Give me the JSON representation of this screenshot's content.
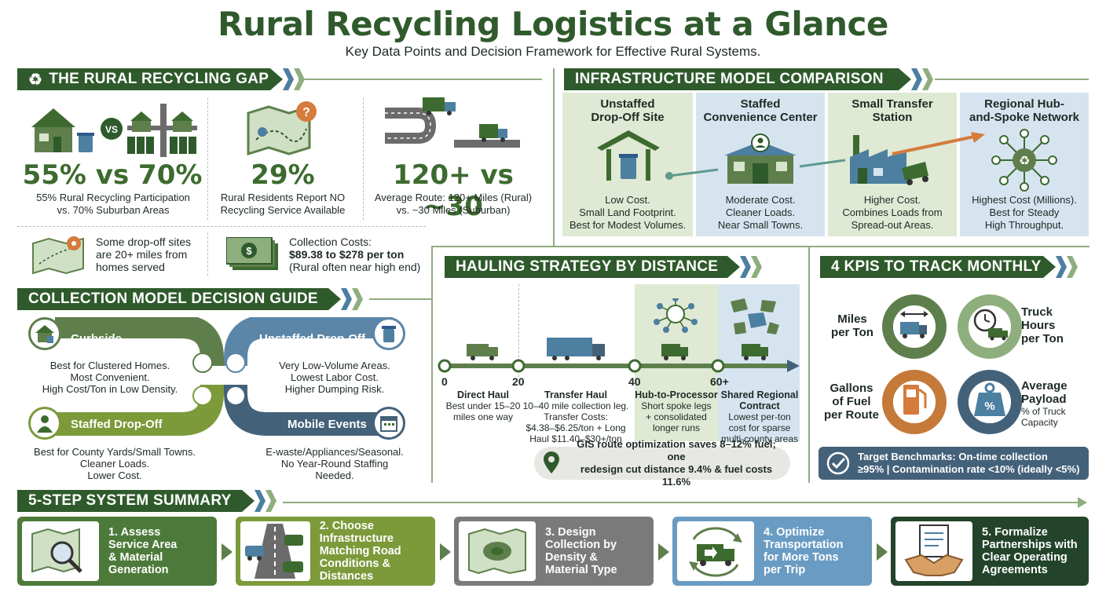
{
  "header": {
    "title": "Rural Recycling Logistics at a Glance",
    "subtitle": "Key Data Points and Decision Framework for Effective Rural Systems."
  },
  "gap": {
    "heading": "THE RURAL RECYCLING GAP",
    "vs_label": "VS",
    "stat1_big": "55% vs 70%",
    "stat1_cap1": "55% Rural Recycling Participation",
    "stat1_cap2": "vs. 70% Suburban Areas",
    "stat2_big": "29%",
    "stat2_cap1": "Rural Residents Report NO",
    "stat2_cap2": "Recycling Service Available",
    "stat3_big": "120+ vs ~30",
    "stat3_cap1": "Average Route: 120+ Miles (Rural)",
    "stat3_cap2": "vs. ~30 Miles (Suburban)",
    "dropoff1": "Some drop-off sites",
    "dropoff2": "are 20+ miles from",
    "dropoff3": "homes served",
    "cost1": "Collection Costs:",
    "cost2": "$89.38 to $278 per ton",
    "cost3": "(Rural often near high end)"
  },
  "infra": {
    "heading": "INFRASTRUCTURE MODEL COMPARISON",
    "models": [
      {
        "title1": "Unstaffed",
        "title2": "Drop-Off Site",
        "d1": "Low Cost.",
        "d2": "Small Land Footprint.",
        "d3": "Best for Modest Volumes."
      },
      {
        "title1": "Staffed",
        "title2": "Convenience Center",
        "d1": "Moderate Cost.",
        "d2": "Cleaner Loads.",
        "d3": "Near Small Towns."
      },
      {
        "title1": "Small Transfer",
        "title2": "Station",
        "d1": "Higher Cost.",
        "d2": "Combines Loads from",
        "d3": "Spread-out Areas."
      },
      {
        "title1": "Regional Hub-",
        "title2": "and-Spoke Network",
        "d1": "Highest Cost (Millions).",
        "d2": "Best for Steady",
        "d3": "High Throughput."
      }
    ]
  },
  "collection": {
    "heading": "COLLECTION MODEL DECISION GUIDE",
    "curbside": "Curbside",
    "curbside_d1": "Best for Clustered Homes.",
    "curbside_d2": "Most Convenient.",
    "curbside_d3": "High Cost/Ton in Low Density.",
    "unstaffed": "Unstaffed Drop-Off",
    "unstaffed_d1": "Very Low-Volume Areas.",
    "unstaffed_d2": "Lowest Labor Cost.",
    "unstaffed_d3": "Higher Dumping Risk.",
    "staffed": "Staffed Drop-Off",
    "staffed_d1": "Best for County Yards/Small Towns.",
    "staffed_d2": "Cleaner Loads.",
    "staffed_d3": "Lower Cost.",
    "mobile": "Mobile Events",
    "mobile_d1": "E-waste/Appliances/Seasonal.",
    "mobile_d2": "No Year-Round Staffing",
    "mobile_d3": "Needed."
  },
  "hauling": {
    "heading": "HAULING STRATEGY BY DISTANCE",
    "ticks": [
      "0",
      "20",
      "40",
      "60+"
    ],
    "s1_title": "Direct Haul",
    "s1_d1": "Best under 15–20",
    "s1_d2": "miles one way",
    "s2_title": "Transfer Haul",
    "s2_d1": "10–40 mile collection leg.",
    "s2_d2": "Transfer Costs:",
    "s2_d3": "$4.38–$6.25/ton + Long",
    "s2_d4": "Haul $11.40–$30+/ton",
    "s3_title": "Hub-to-Processor",
    "s3_d1": "Short spoke legs",
    "s3_d2": "+ consolidated",
    "s3_d3": "longer runs",
    "s4_title": "Shared Regional",
    "s4_title2": "Contract",
    "s4_d1": "Lowest per-ton",
    "s4_d2": "cost for sparse",
    "s4_d3": "multi-county areas",
    "gis1": "GIS route optimization saves 8–12% fuel; one",
    "gis2": "redesign cut distance 9.4% & fuel costs 11.6%"
  },
  "kpis": {
    "heading": "4 KPIS TO TRACK MONTHLY",
    "k1a": "Miles",
    "k1b": "per Ton",
    "k2a": "Truck",
    "k2b": "Hours",
    "k2c": "per Ton",
    "k3a": "Gallons",
    "k3b": "of Fuel",
    "k3c": "per Route",
    "k4a": "Average",
    "k4b": "Payload",
    "k4c": "% of Truck",
    "k4d": "Capacity",
    "pct_sym": "%",
    "bench1": "Target Benchmarks: On-time collection",
    "bench2": "≥95% | Contamination rate <10% (ideally <5%)"
  },
  "steps": {
    "heading": "5-STEP SYSTEM SUMMARY",
    "items": [
      {
        "l1": "1. Assess",
        "l2": "Service Area",
        "l3": "& Material",
        "l4": "Generation"
      },
      {
        "l1": "2. Choose",
        "l2": "Infrastructure",
        "l3": "Matching Road",
        "l4": "Conditions & Distances"
      },
      {
        "l1": "3. Design",
        "l2": "Collection by",
        "l3": "Density &",
        "l4": "Material Type"
      },
      {
        "l1": "4. Optimize",
        "l2": "Transportation",
        "l3": "for More Tons",
        "l4": "per Trip"
      },
      {
        "l1": "5. Formalize",
        "l2": "Partnerships with",
        "l3": "Clear Operating",
        "l4": "Agreements"
      }
    ]
  },
  "colors": {
    "dark_green": "#2f5a2c",
    "mid_green": "#5e7f4c",
    "olive": "#7c9a3a",
    "blue": "#5b86a8",
    "gray": "#7a7a7a",
    "navy": "#44617a"
  }
}
